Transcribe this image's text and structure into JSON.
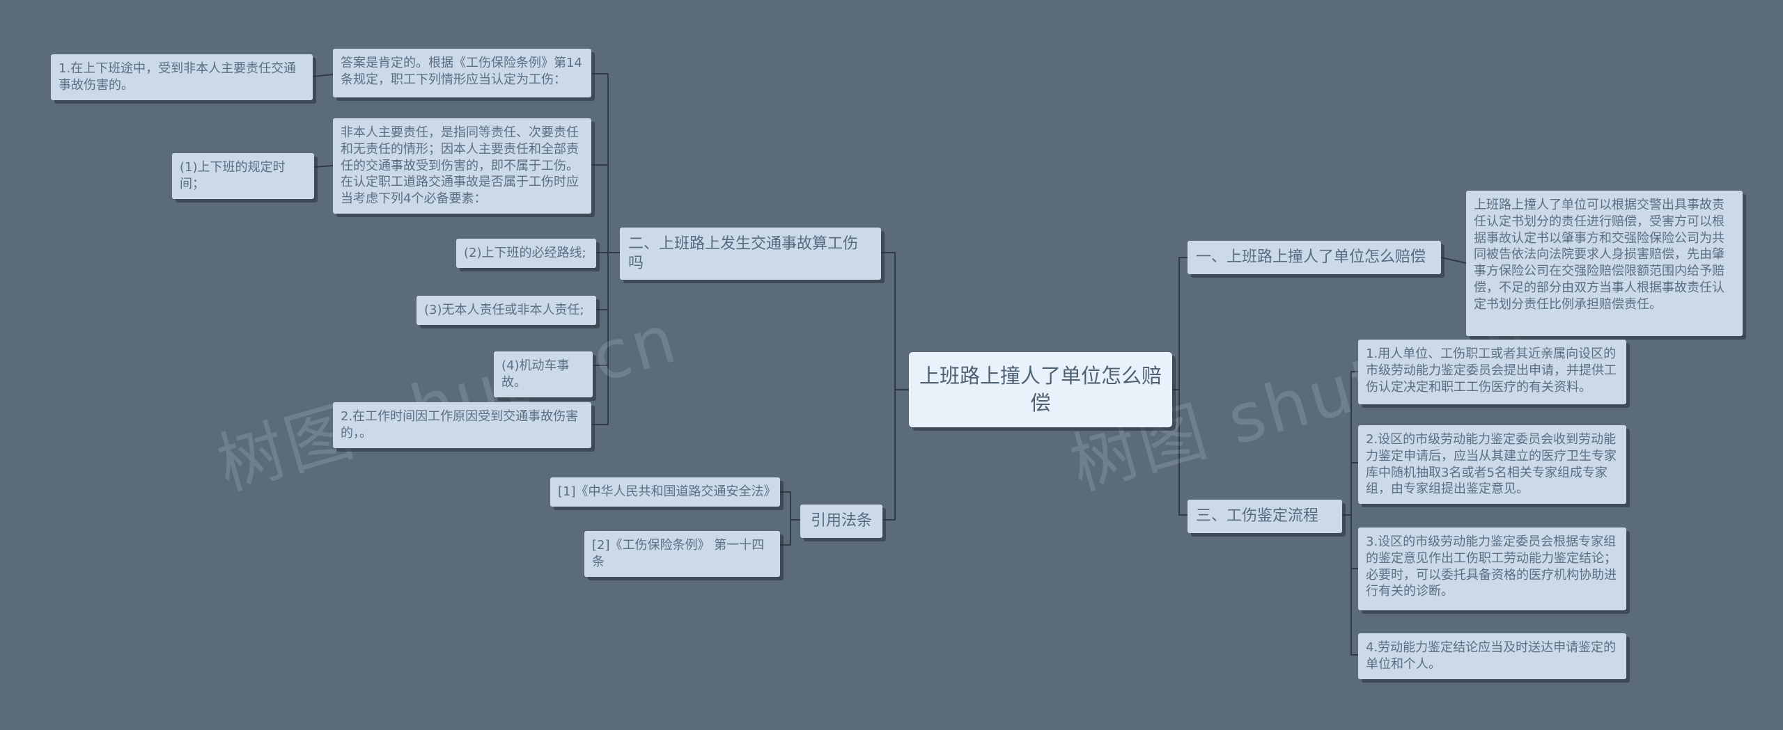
{
  "watermark": "树图 shutu.cn",
  "colors": {
    "background": "#5b6b79",
    "node_bg": "#cbd9e8",
    "node_text": "#5b6f85",
    "branch_text": "#566b80",
    "central_bg": "#e9f2fa",
    "central_text": "#4e6274",
    "line": "#2f3b46"
  },
  "nodes": {
    "central": "上班路上撞人了单位怎么赔偿",
    "branch1": "一、上班路上撞人了单位怎么赔偿",
    "branch1_detail": "上班路上撞人了单位可以根据交警出具事故责任认定书划分的责任进行赔偿，受害方可以根据事故认定书以肇事方和交强险保险公司为共同被告依法向法院要求人身损害赔偿，先由肇事方保险公司在交强险赔偿限额范围内给予赔偿，不足的部分由双方当事人根据事故责任认定书划分责任比例承担赔偿责任。",
    "branch2": "二、上班路上发生交通事故算工伤吗",
    "answer": "答案是肯定的。根据《工伤保险条例》第14条规定，职工下列情形应当认定为工伤：",
    "item1": "1.在上下班途中，受到非本人主要责任交通事故伤害的。",
    "non_main": "非本人主要责任，是指同等责任、次要责任和无责任的情形；因本人主要责任和全部责任的交通事故受到伤害的，即不属于工伤。在认定职工道路交通事故是否属于工伤时应当考虑下列4个必备要素：",
    "factor1": "(1)上下班的规定时间；",
    "factor2": "(2)上下班的必经路线;",
    "factor3": "(3)无本人责任或非本人责任;",
    "factor4": "(4)机动车事故。",
    "item2": "2.在工作时间因工作原因受到交通事故伤害的，。",
    "laws_title": "引用法条",
    "law1": "[1]《中华人民共和国道路交通安全法》",
    "law2": "[2]《工伤保险条例》 第一十四条",
    "branch3": "三、工伤鉴定流程",
    "step1": "1.用人单位、工伤职工或者其近亲属向设区的市级劳动能力鉴定委员会提出申请，并提供工伤认定决定和职工工伤医疗的有关资料。",
    "step2": "2.设区的市级劳动能力鉴定委员会收到劳动能力鉴定申请后，应当从其建立的医疗卫生专家库中随机抽取3名或者5名相关专家组成专家组，由专家组提出鉴定意见。",
    "step3": "3.设区的市级劳动能力鉴定委员会根据专家组的鉴定意见作出工伤职工劳动能力鉴定结论；必要时，可以委托具备资格的医疗机构协助进行有关的诊断。",
    "step4": "4.劳动能力鉴定结论应当及时送达申请鉴定的单位和个人。"
  }
}
